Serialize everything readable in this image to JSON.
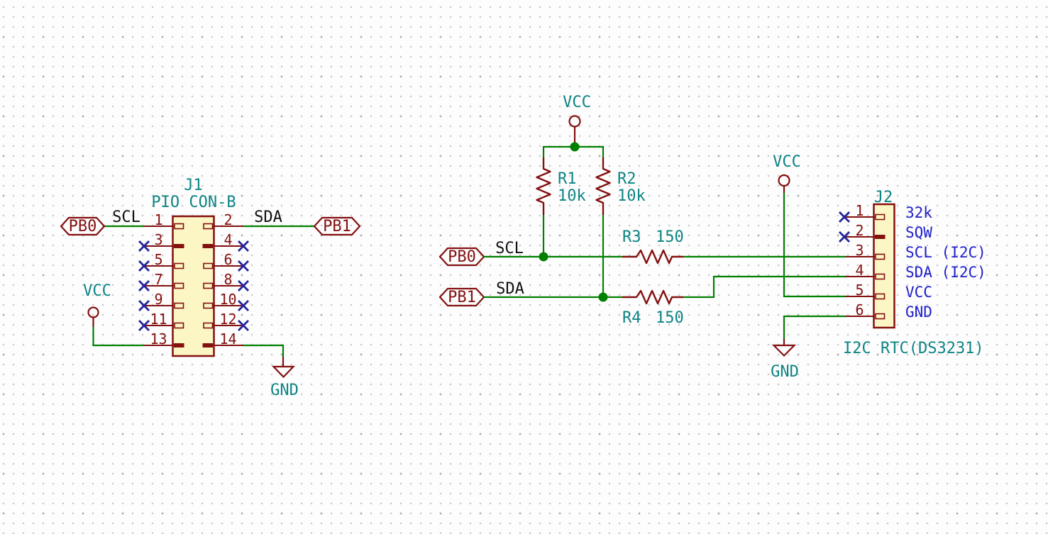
{
  "schematic": {
    "j1": {
      "reference": "J1",
      "value": "PIO CON-B",
      "left_pins": [
        {
          "number": "1",
          "no_connect": false
        },
        {
          "number": "3",
          "no_connect": true
        },
        {
          "number": "5",
          "no_connect": true
        },
        {
          "number": "7",
          "no_connect": true
        },
        {
          "number": "9",
          "no_connect": true
        },
        {
          "number": "11",
          "no_connect": true
        },
        {
          "number": "13",
          "no_connect": false
        }
      ],
      "right_pins": [
        {
          "number": "2",
          "no_connect": false
        },
        {
          "number": "4",
          "no_connect": true
        },
        {
          "number": "6",
          "no_connect": true
        },
        {
          "number": "8",
          "no_connect": true
        },
        {
          "number": "10",
          "no_connect": true
        },
        {
          "number": "12",
          "no_connect": true
        },
        {
          "number": "14",
          "no_connect": false
        }
      ]
    },
    "j2": {
      "reference": "J2",
      "description": "I2C RTC(DS3231)",
      "pins": [
        {
          "number": "1",
          "name": "32k",
          "no_connect": true
        },
        {
          "number": "2",
          "name": "SQW",
          "no_connect": true
        },
        {
          "number": "3",
          "name": "SCL (I2C)",
          "no_connect": false
        },
        {
          "number": "4",
          "name": "SDA (I2C)",
          "no_connect": false
        },
        {
          "number": "5",
          "name": "VCC",
          "no_connect": false
        },
        {
          "number": "6",
          "name": "GND",
          "no_connect": false
        }
      ]
    },
    "resistors": {
      "r1": {
        "ref": "R1",
        "value": "10k"
      },
      "r2": {
        "ref": "R2",
        "value": "10k"
      },
      "r3": {
        "ref": "R3",
        "value": "150"
      },
      "r4": {
        "ref": "R4",
        "value": "150"
      }
    },
    "net_labels": {
      "scl": "SCL",
      "sda": "SDA"
    },
    "global_labels": {
      "pb0": "PB0",
      "pb1": "PB1"
    },
    "power": {
      "vcc": "VCC",
      "gnd": "GND"
    },
    "colors": {
      "wire_green": "#008000",
      "symbol_maroon": "#841010",
      "symbol_fill_yellow": "#FCF6C5",
      "field_teal": "#0E8484",
      "pin_name_blue": "#2020CC",
      "no_connect_blue": "#23239B",
      "net_label_black": "#101010"
    }
  }
}
